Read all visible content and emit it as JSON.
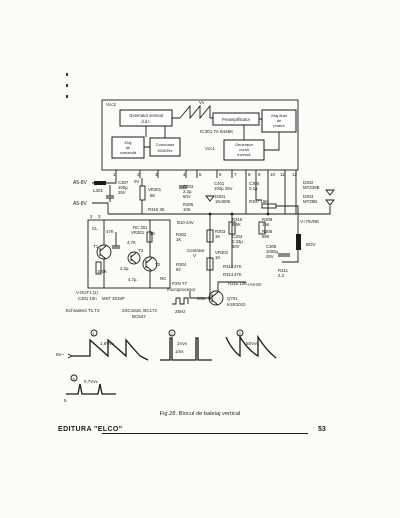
{
  "caption": "Fig.28. Blocul de baleiaj vertical",
  "footer": {
    "publisher": "EDITURA \"ELCO\"",
    "page_number": "53"
  },
  "ic": {
    "name": "IC301 TA 8445K",
    "vcc1": "Vcc1",
    "vcc2": "Vcc2",
    "vv": "Vv",
    "ramp_gen": [
      "Generator semnal",
      "d.d.t."
    ],
    "preamp": "Preamplificator",
    "final_stage": [
      "Etaj final",
      "de",
      "putere"
    ],
    "sync_stage": [
      "Etaj",
      "de",
      "comandă"
    ],
    "switch": [
      "Comutator",
      "50/60Hz"
    ],
    "flyback_gen": [
      "Generator",
      "cursă",
      "inversă"
    ]
  },
  "pins": [
    "1",
    "2",
    "3",
    "4",
    "5",
    "6",
    "7",
    "8",
    "9",
    "10",
    "11",
    "12"
  ],
  "rails": {
    "a5_top": "A5-8V",
    "a5_mid": "A5-8V",
    "b10": "B10-24V",
    "plus_v": "V+70VRE",
    "a48": "+A4-5V"
  },
  "components": {
    "l301": "L301",
    "c307": [
      "C307",
      "100µ",
      "25V"
    ],
    "r312": [
      "0V",
      "VR301",
      "5K"
    ],
    "r316": "R316 3K",
    "c303": [
      "C303",
      "2,2µ",
      "50V"
    ],
    "r305": [
      "R305",
      "10K"
    ],
    "c401": [
      "C401",
      "100µ 25V"
    ],
    "d301": [
      "D301",
      "1N4006"
    ],
    "c305": [
      "C305",
      "0,1µ"
    ],
    "r307": "R307 15K",
    "d302": [
      "D302",
      "MTZ39B"
    ],
    "d303": [
      "D303",
      "MTZ8B"
    ],
    "r302": [
      "R302",
      "1K"
    ],
    "r310": [
      "R310",
      "9,5K"
    ],
    "r309": [
      "R309",
      "15K"
    ],
    "r303": [
      "R303",
      "1K"
    ],
    "vr302": [
      "VR302",
      "1K"
    ],
    "c304": [
      "C304",
      "0,33µ",
      "50V"
    ],
    "centrare": [
      "Centrare",
      "V"
    ],
    "r304": [
      "R304",
      "82"
    ],
    "r306": [
      "R306",
      "680"
    ],
    "c309": [
      "C309",
      "1000µ",
      "25V"
    ],
    "r311": [
      "R311",
      "2,2"
    ],
    "r314": [
      "R314",
      "47K"
    ],
    "r313": [
      "R313",
      "47K"
    ],
    "q701": [
      "Q701",
      "KSR1010"
    ],
    "m6k": "M6K",
    "r315": "R315 10K",
    "yoke": "BOV",
    "r_p1": "47K",
    "vr301": [
      "RC 301",
      "VR301"
    ],
    "r_p3": "4,7K",
    "r_p4": "1K",
    "r_p5": "100K",
    "c_p1": "2,2µ",
    "c_p2": "4,7µ",
    "t1": "T1",
    "t2": "T2",
    "t3": "T3",
    "nc": "NC",
    "cl": "CL",
    "c_wave_label": "C301 10n",
    "cable": "V-OUT1 (1)",
    "transistors": "MST 3015P",
    "equiv": [
      "Echivalent T1,T2",
      "2SC1815, BC172",
      "BC547"
    ],
    "micro": [
      "P2N 77",
      "microprocesor"
    ],
    "micro_freq": "25Hz"
  },
  "waveforms": [
    {
      "id": "1",
      "amplitude": "1,8Vvv",
      "marker": "1"
    },
    {
      "id": "2",
      "amplitude": "1Vvv",
      "marker": "2",
      "period": "1ms"
    },
    {
      "id": "3",
      "amplitude": "50Vvv",
      "marker": "3"
    },
    {
      "id": "4",
      "amplitude": "0,7Vvv",
      "marker": "4"
    }
  ],
  "waveform_labels": {
    "left_axis": "6V~",
    "bottom_left": "5"
  },
  "colors": {
    "ink": "#1a1a1a",
    "paper": "#fbfbf9"
  }
}
